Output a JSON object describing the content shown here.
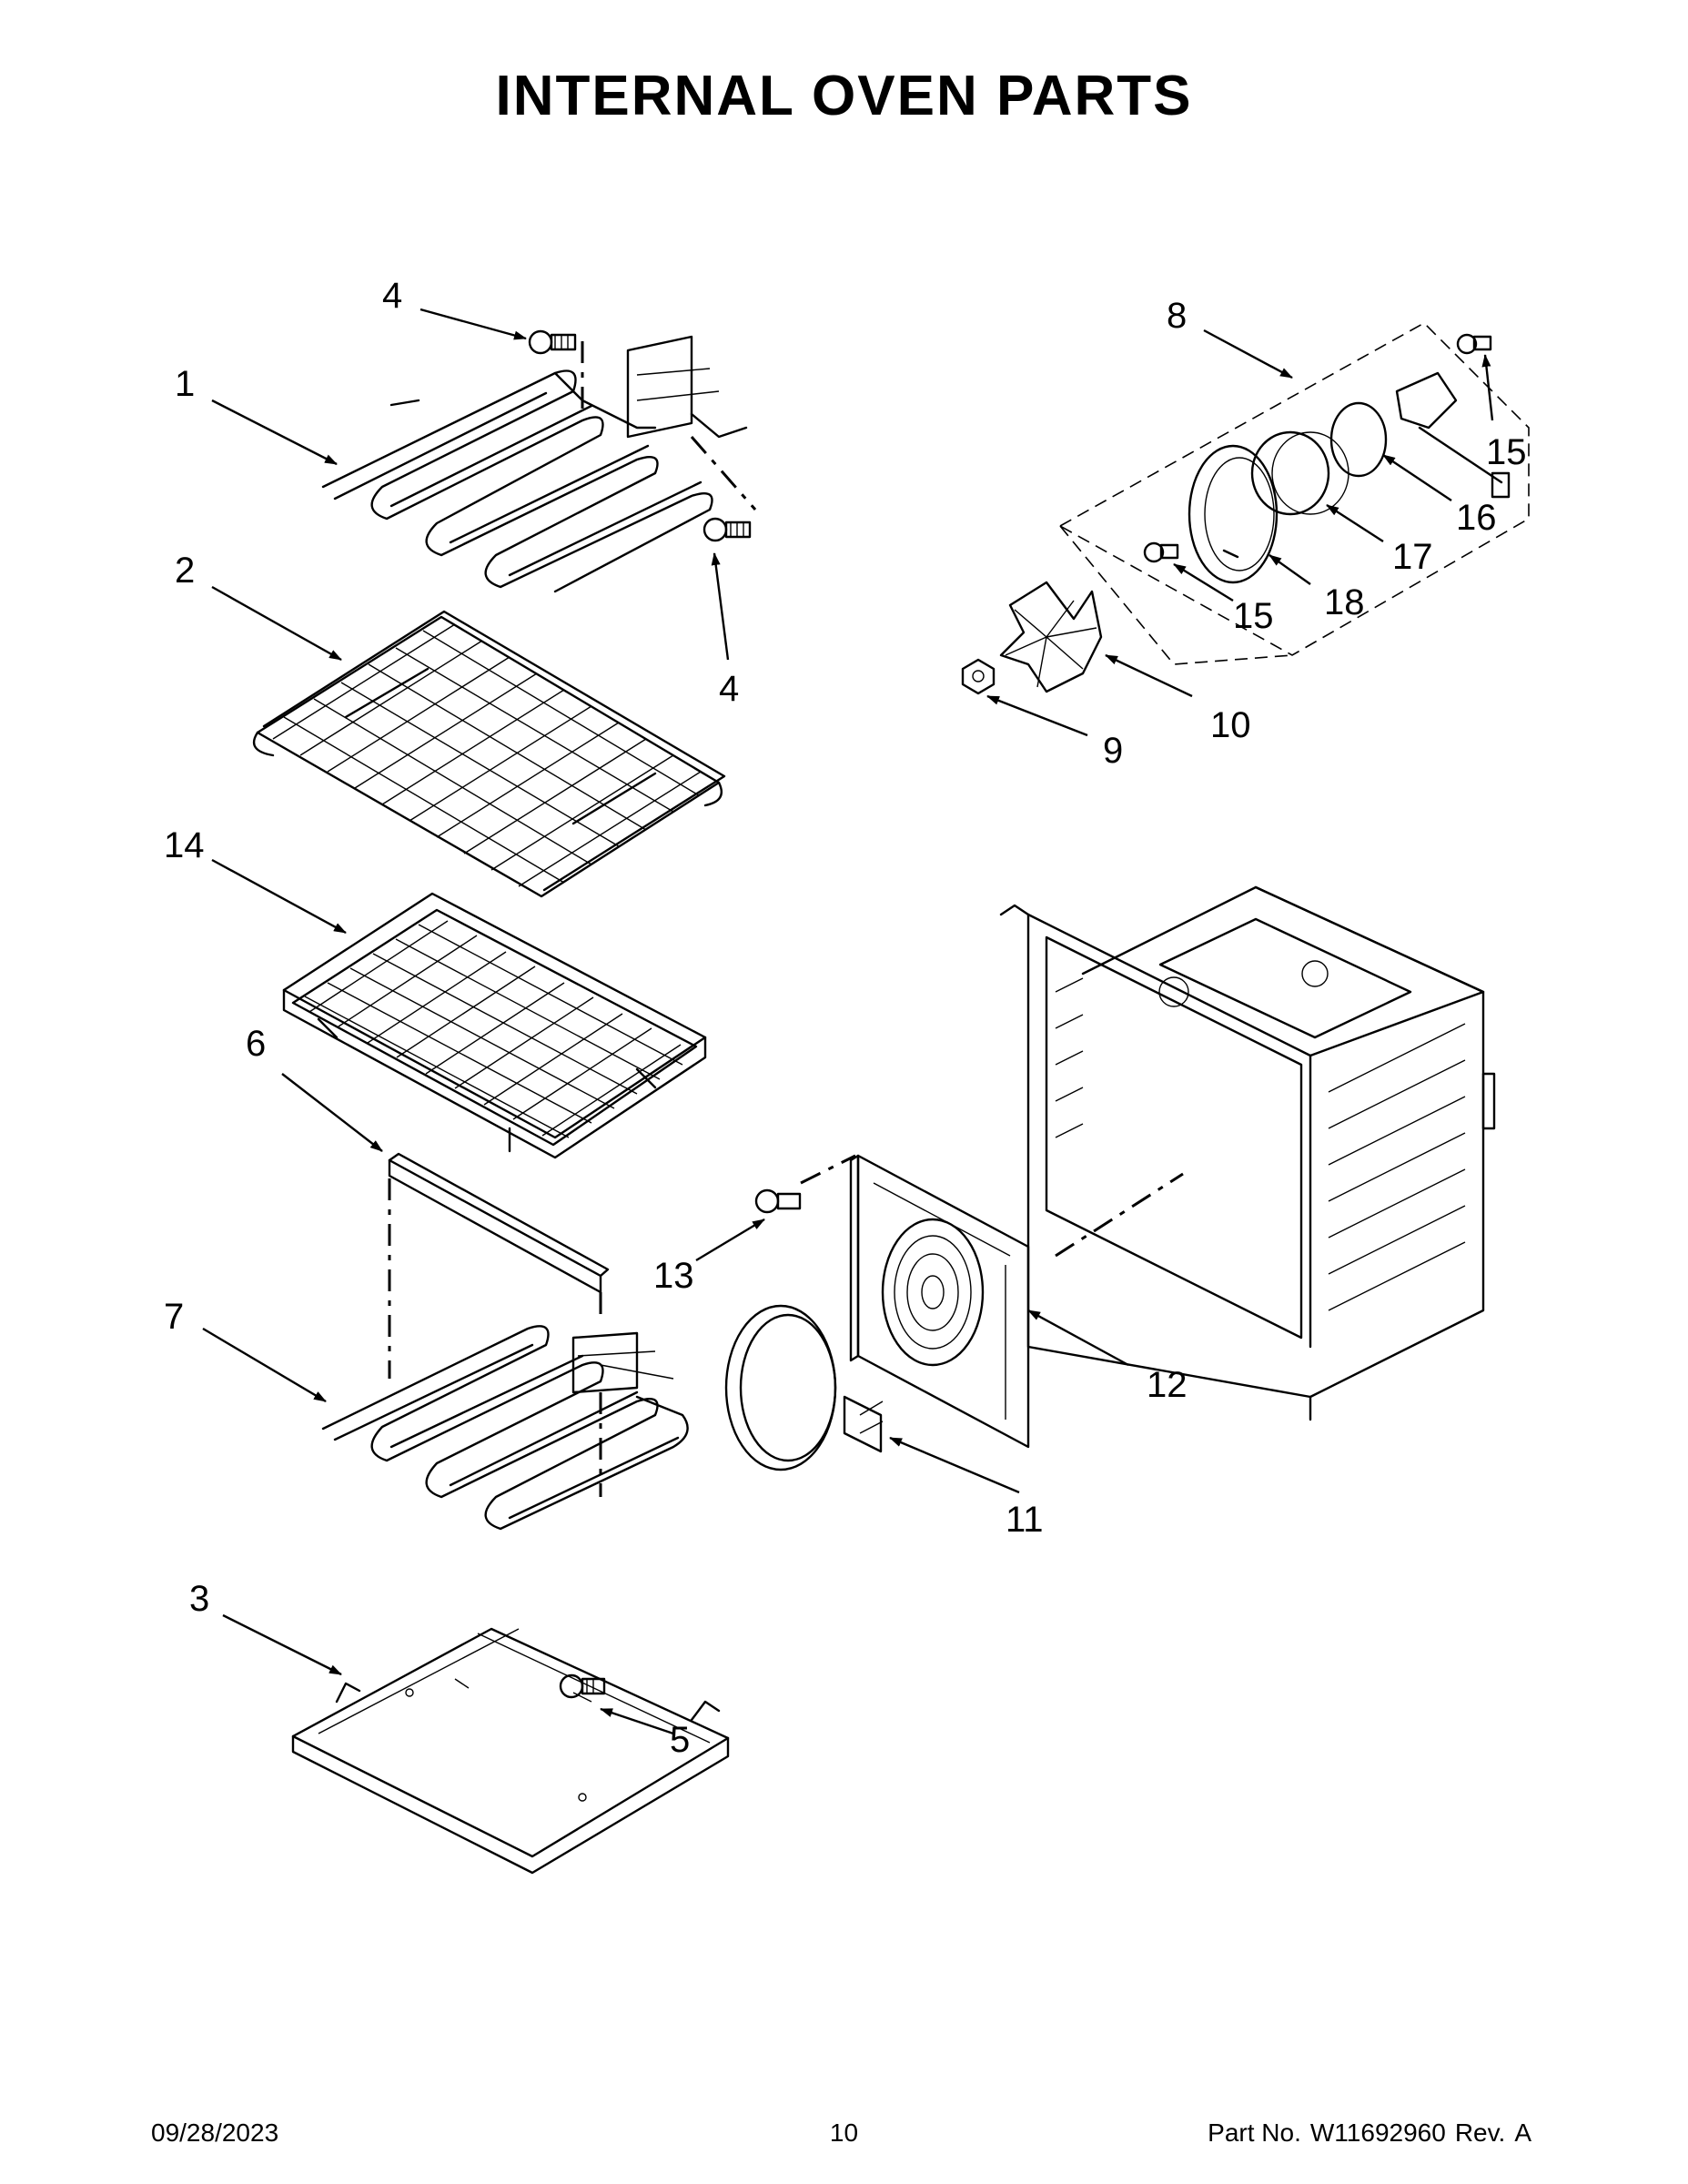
{
  "page": {
    "title": "INTERNAL OVEN PARTS",
    "date": "09/28/2023",
    "page_number": "10",
    "part_no_label": "Part No.",
    "part_no": "W11692960",
    "rev_label": "Rev.",
    "rev": "A"
  },
  "callouts": {
    "c1": "1",
    "c2": "2",
    "c3": "3",
    "c4a": "4",
    "c4b": "4",
    "c5": "5",
    "c6": "6",
    "c7": "7",
    "c8": "8",
    "c9": "9",
    "c10": "10",
    "c11": "11",
    "c12": "12",
    "c13": "13",
    "c14": "14",
    "c15a": "15",
    "c15b": "15",
    "c16": "16",
    "c17": "17",
    "c18": "18"
  }
}
